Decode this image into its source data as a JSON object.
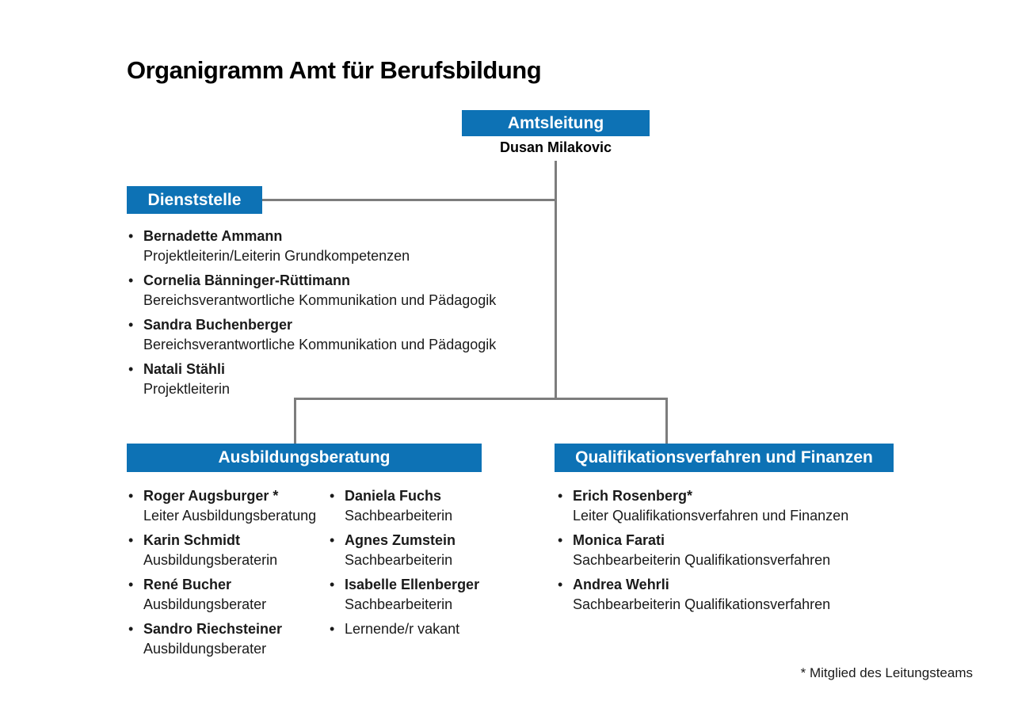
{
  "page": {
    "title": "Organigramm Amt für Berufsbildung",
    "footnote": "* Mitglied des Leitungsteams",
    "colors": {
      "box_blue": "#0d72b5",
      "connector_gray": "#7d7d7d",
      "text_black": "#1a1a1a"
    },
    "bullet_glyph": "•"
  },
  "amtsleitung": {
    "label": "Amtsleitung",
    "head": "Dusan Milakovic"
  },
  "dienststelle": {
    "label": "Dienststelle",
    "members": [
      {
        "name": "Bernadette Ammann",
        "role": "Projektleiterin/Leiterin Grundkompetenzen"
      },
      {
        "name": "Cornelia Bänninger-Rüttimann",
        "role": "Bereichsverantwortliche Kommunikation und Pädagogik"
      },
      {
        "name": "Sandra Buchenberger",
        "role": "Bereichsverantwortliche Kommunikation und Pädagogik"
      },
      {
        "name": "Natali Stähli",
        "role": "Projektleiterin"
      }
    ]
  },
  "ausbildungsberatung": {
    "label": "Ausbildungsberatung",
    "col1": [
      {
        "name": "Roger Augsburger *",
        "role": "Leiter Ausbildungsberatung"
      },
      {
        "name": "Karin Schmidt",
        "role": "Ausbildungsberaterin"
      },
      {
        "name": "René Bucher",
        "role": "Ausbildungsberater"
      },
      {
        "name": "Sandro Riechsteiner",
        "role": "Ausbildungsberater"
      }
    ],
    "col2": [
      {
        "name": "Daniela Fuchs",
        "role": "Sachbearbeiterin"
      },
      {
        "name": "Agnes Zumstein",
        "role": "Sachbearbeiterin"
      },
      {
        "name": "Isabelle Ellenberger",
        "role": "Sachbearbeiterin"
      },
      {
        "name": "Lernende/r vakant",
        "role": ""
      }
    ]
  },
  "qualifikation": {
    "label": "Qualifikationsverfahren und Finanzen",
    "members": [
      {
        "name": "Erich Rosenberg*",
        "role": "Leiter Qualifikationsverfahren und Finanzen"
      },
      {
        "name": "Monica Farati",
        "role": "Sachbearbeiterin Qualifikationsverfahren"
      },
      {
        "name": "Andrea Wehrli",
        "role": "Sachbearbeiterin Qualifikationsverfahren"
      }
    ]
  }
}
